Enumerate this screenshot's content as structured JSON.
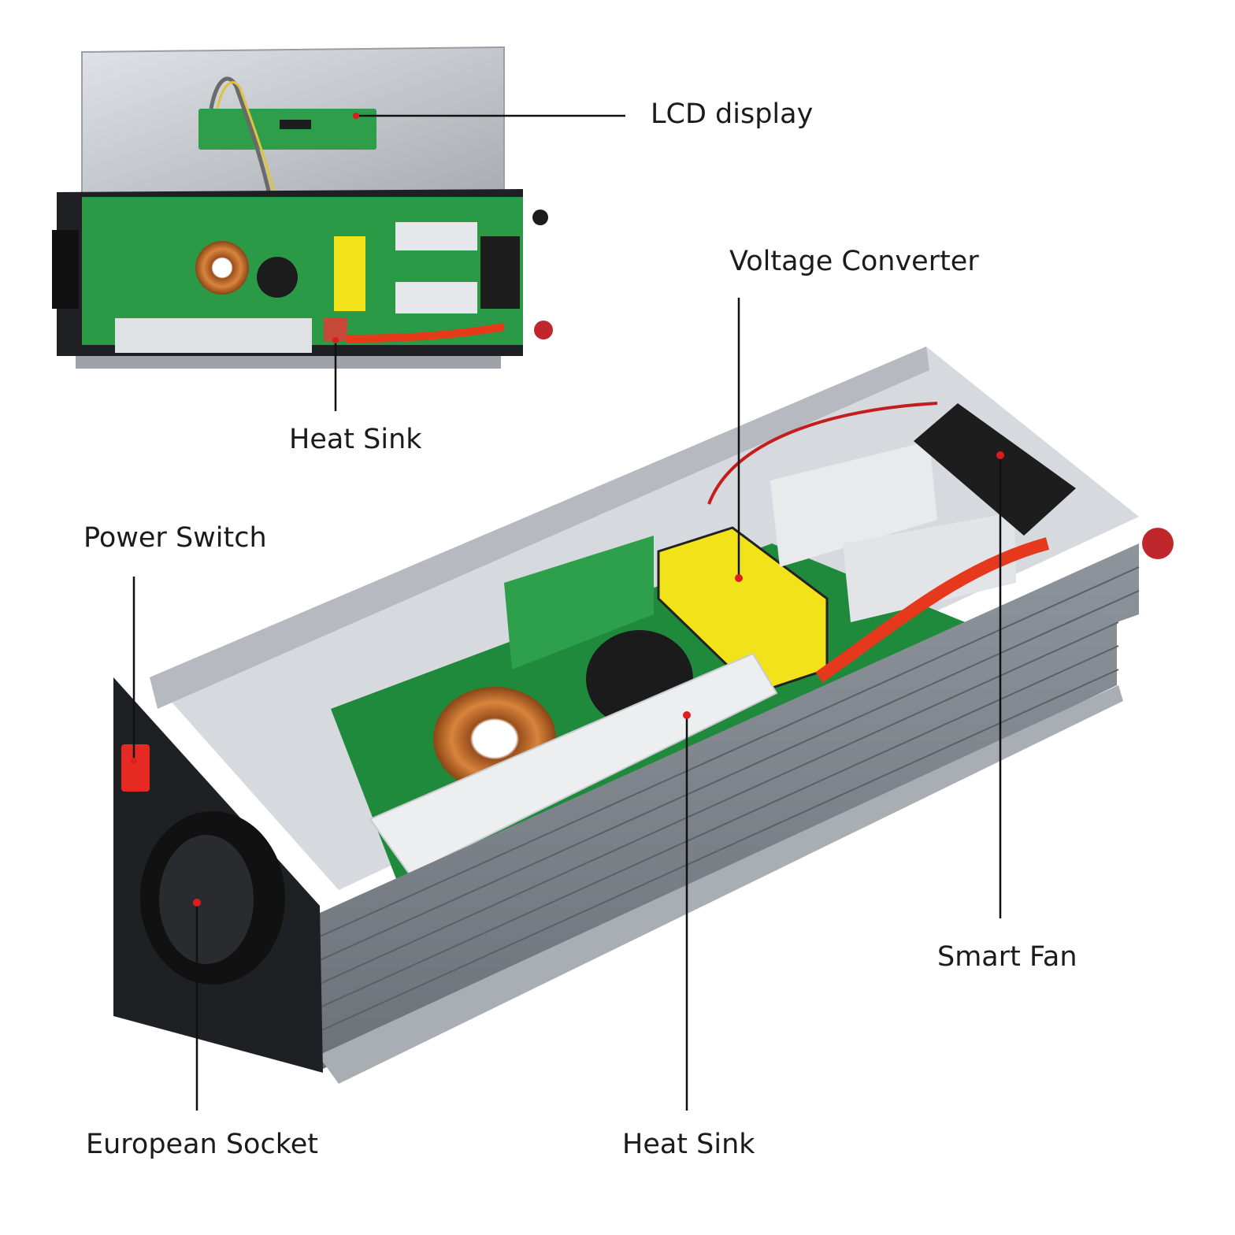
{
  "labels": {
    "lcd_display": "LCD display",
    "voltage_converter": "Voltage Converter",
    "heat_sink_top": "Heat Sink",
    "power_switch": "Power Switch",
    "smart_fan": "Smart Fan",
    "european_socket": "European Socket",
    "heat_sink_bottom": "Heat Sink"
  },
  "colors": {
    "background": "#ffffff",
    "leader_line": "#111111",
    "marker_dot": "#e01b1b",
    "pcb_green": "#1f8a3c",
    "transformer_yellow": "#f2e21a",
    "aluminum": "#c9ccd1",
    "housing_dark": "#2a2d31",
    "copper": "#c06a2a",
    "switch_red": "#e52a24"
  }
}
